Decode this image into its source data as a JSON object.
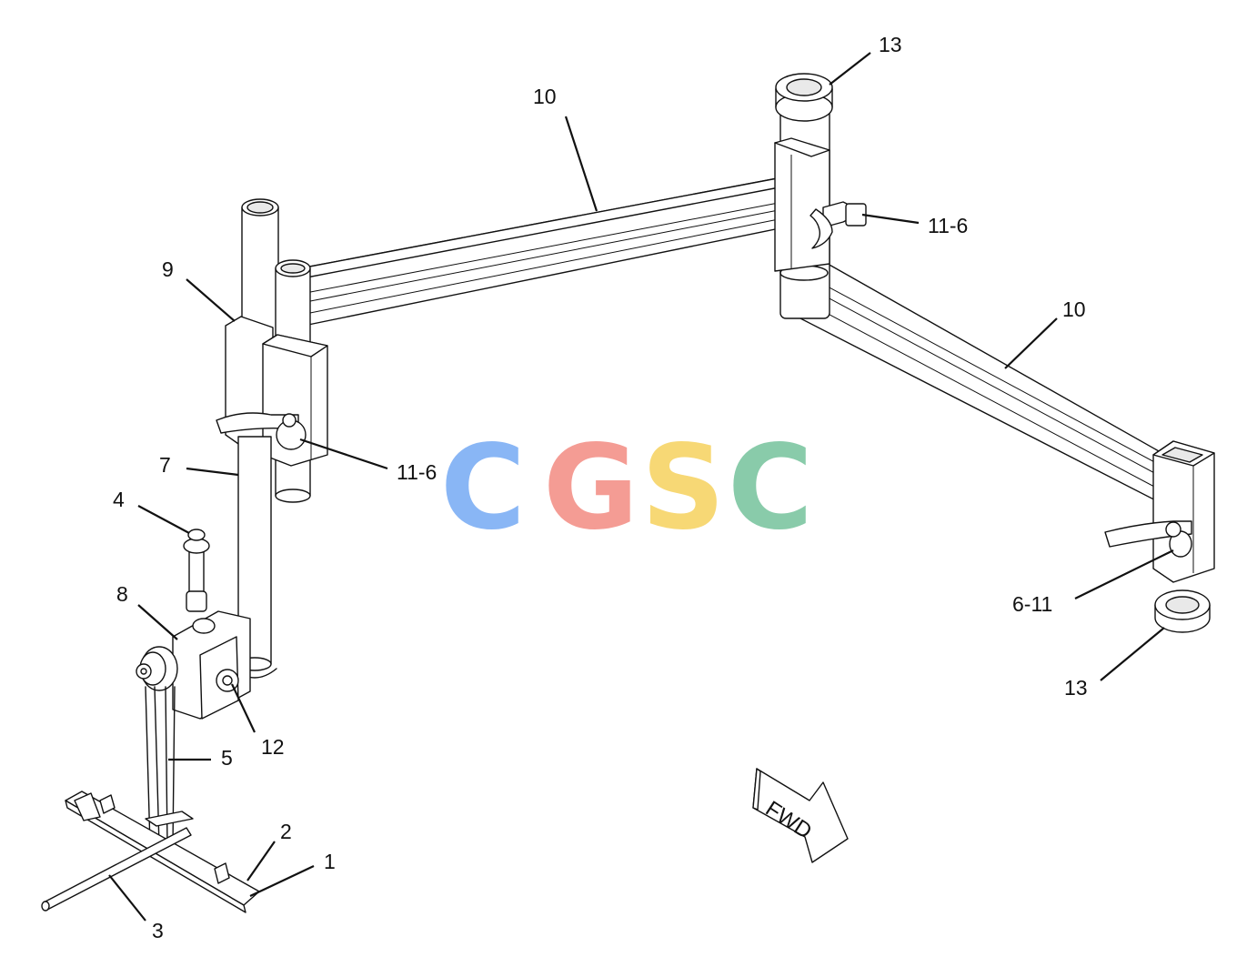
{
  "callouts": {
    "c13_top": "13",
    "c10_top": "10",
    "c11_6_right": "11-6",
    "c10_right": "10",
    "c9": "9",
    "c11_6_left": "11-6",
    "c7": "7",
    "c4": "4",
    "c8": "8",
    "c12": "12",
    "c5": "5",
    "c6_11": "6-11",
    "c13_bottom": "13",
    "c2": "2",
    "c1": "1",
    "c3": "3"
  },
  "direction_arrow": {
    "label": "FWD"
  },
  "watermark": {
    "letters": [
      "C",
      "G",
      "S",
      "C"
    ],
    "colors": [
      "#7fb0f5",
      "#f4948c",
      "#f7d56a",
      "#7fc7a3"
    ]
  }
}
